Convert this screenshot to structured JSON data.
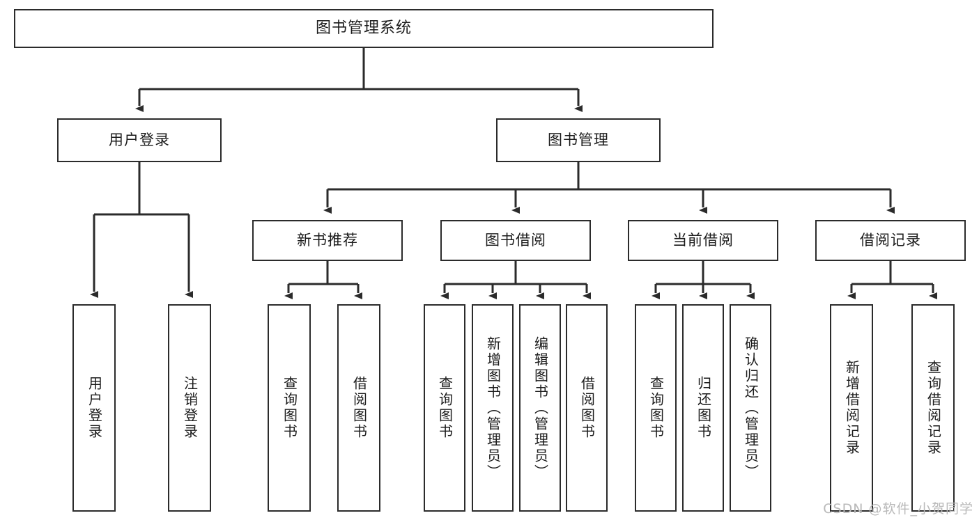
{
  "diagram": {
    "type": "tree-hierarchy",
    "title": "图书管理系统",
    "watermark": "CSDN @软件_小贺同学",
    "colors": {
      "stroke": "#2b2b2b",
      "fill": "#ffffff",
      "text": "#1b1b1b",
      "watermark": "#b9b9b9"
    },
    "nodes": {
      "root": {
        "label": "图书管理系统"
      },
      "level2": [
        {
          "id": "user-login",
          "label": "用户登录"
        },
        {
          "id": "book-manage",
          "label": "图书管理"
        }
      ],
      "level3": [
        {
          "id": "new-book-recommend",
          "label": "新书推荐"
        },
        {
          "id": "book-borrow",
          "label": "图书借阅"
        },
        {
          "id": "current-borrow",
          "label": "当前借阅"
        },
        {
          "id": "borrow-record",
          "label": "借阅记录"
        }
      ],
      "leaves": [
        {
          "id": "leaf-user-login",
          "label": "用户登录",
          "parent": "user-login"
        },
        {
          "id": "leaf-logout-login",
          "label": "注销登录",
          "parent": "user-login"
        },
        {
          "id": "leaf-query-book-1",
          "label": "查询图书",
          "parent": "new-book-recommend"
        },
        {
          "id": "leaf-borrow-book-1",
          "label": "借阅图书",
          "parent": "new-book-recommend"
        },
        {
          "id": "leaf-query-book-2",
          "label": "查询图书",
          "parent": "book-borrow"
        },
        {
          "id": "leaf-add-book",
          "label": "新增图书（管理员）",
          "parent": "book-borrow"
        },
        {
          "id": "leaf-edit-book",
          "label": "编辑图书（管理员）",
          "parent": "book-borrow"
        },
        {
          "id": "leaf-borrow-book-2",
          "label": "借阅图书",
          "parent": "book-borrow"
        },
        {
          "id": "leaf-query-book-3",
          "label": "查询图书",
          "parent": "current-borrow"
        },
        {
          "id": "leaf-return-book",
          "label": "归还图书",
          "parent": "current-borrow"
        },
        {
          "id": "leaf-confirm-return",
          "label": "确认归还（管理员）",
          "parent": "current-borrow"
        },
        {
          "id": "leaf-add-record",
          "label": "新增借阅记录",
          "parent": "borrow-record"
        },
        {
          "id": "leaf-query-record",
          "label": "查询借阅记录",
          "parent": "borrow-record"
        }
      ]
    }
  }
}
